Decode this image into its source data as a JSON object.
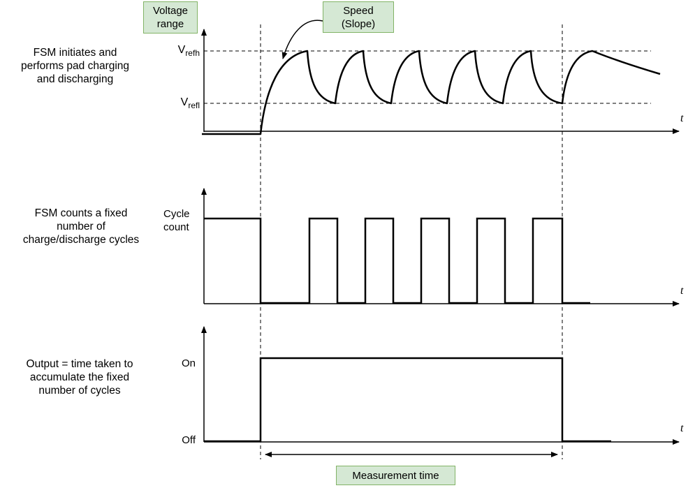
{
  "colors": {
    "box_fill": "#d5e8d4",
    "box_border": "#82b366",
    "line": "#000000",
    "background": "#ffffff"
  },
  "top_panel": {
    "caption": [
      "FSM initiates and",
      "performs pad charging",
      "and discharging"
    ],
    "voltage_range_label": [
      "Voltage",
      "range"
    ],
    "speed_label": [
      "Speed",
      "(Slope)"
    ],
    "vref_high": {
      "base": "V",
      "sub": "refh"
    },
    "vref_low": {
      "base": "V",
      "sub": "refl"
    },
    "time_axis_label": "t"
  },
  "middle_panel": {
    "caption": [
      "FSM counts a fixed",
      "number of",
      "charge/discharge cycles"
    ],
    "y_axis_label": [
      "Cycle",
      "count"
    ],
    "time_axis_label": "t"
  },
  "bottom_panel": {
    "caption": [
      "Output = time taken to",
      "accumulate the fixed",
      "number of cycles"
    ],
    "on_label": "On",
    "off_label": "Off",
    "time_axis_label": "t",
    "measurement_label": "Measurement time"
  },
  "signals": {
    "voltage_waveform": "repeated charge/discharge curve oscillating between Vrefl and Vrefh, ending in a slow decay",
    "charge_peaks_shown": 6,
    "cycle_count_pulses_shown": 5,
    "output_state_during_measurement": "On",
    "output_state_outside_measurement": "Off"
  }
}
